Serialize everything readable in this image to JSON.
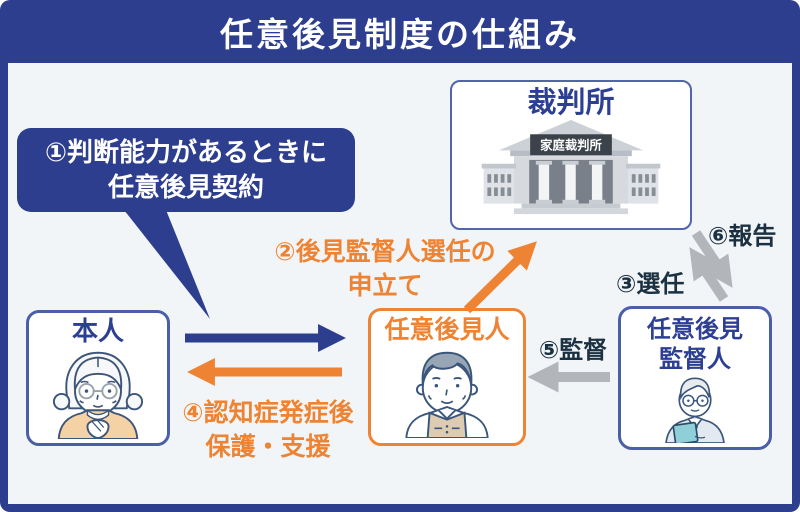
{
  "title": "任意後見制度の仕組み",
  "colors": {
    "navy": "#2e3e8e",
    "orange": "#ee8433",
    "dark_label": "#1b3040",
    "gray_arrow": "#b2b6bb",
    "background": "#f1f5f8",
    "box_title_navy": "#2c3f92"
  },
  "bubble": {
    "line1": "①判断能力があるときに",
    "line2": "任意後見契約"
  },
  "court": {
    "name": "裁判所",
    "building_sign": "家庭裁判所"
  },
  "steps": {
    "apply_line1": "②後見監督人選任の",
    "apply_line2": "申立て",
    "appoint": "③選任",
    "protect_line1": "④認知症発症後",
    "protect_line2": "保護・支援",
    "supervise": "⑤監督",
    "report": "⑥報告"
  },
  "actors": {
    "principal": "本人",
    "guardian": "任意後見人",
    "supervisor_line1": "任意後見",
    "supervisor_line2": "監督人"
  }
}
